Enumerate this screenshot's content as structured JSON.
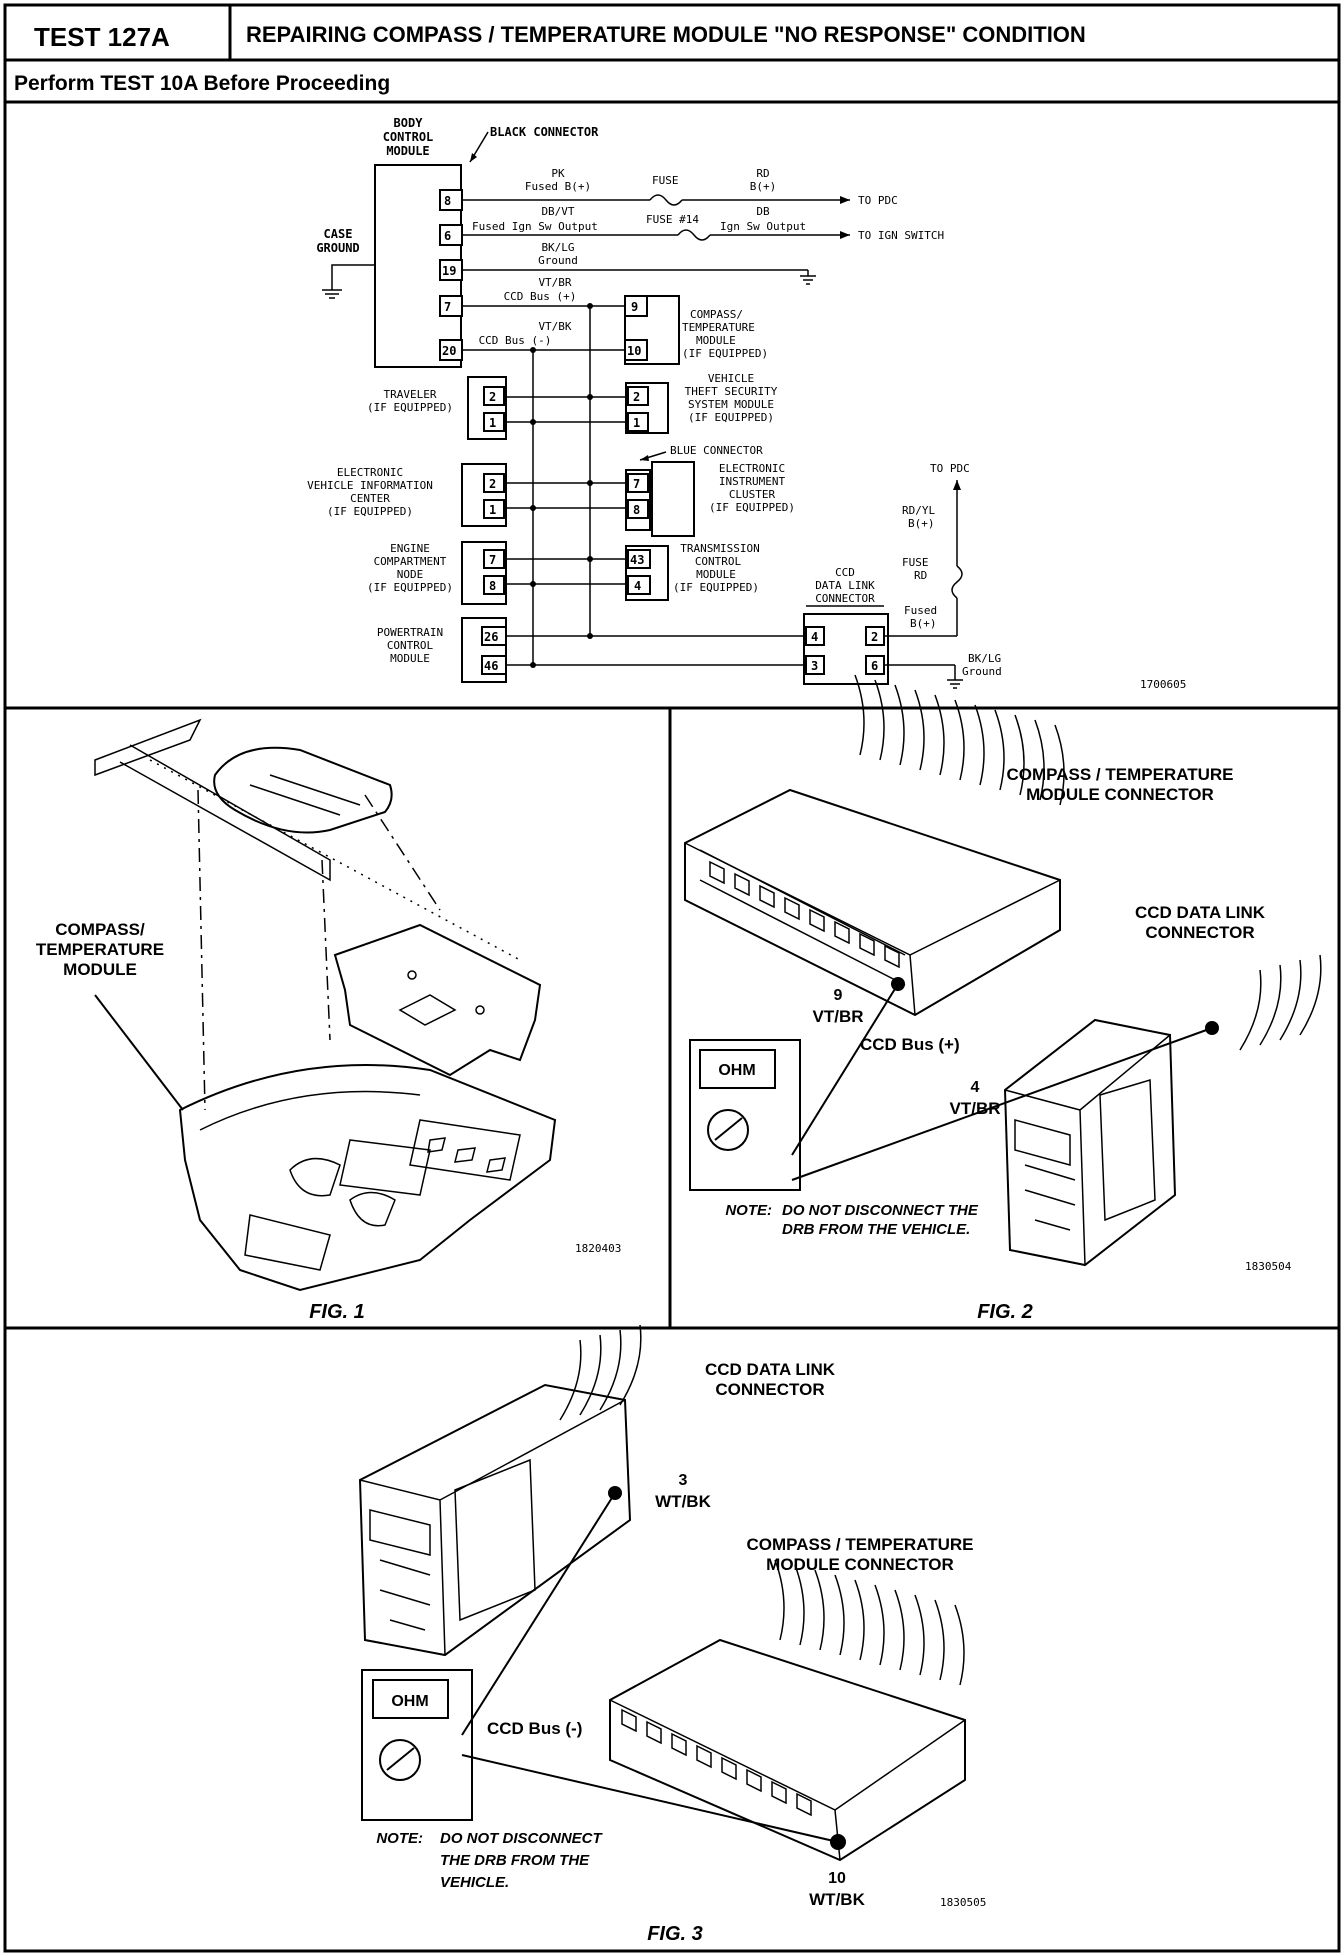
{
  "header": {
    "test_id": "TEST 127A",
    "title": "REPAIRING COMPASS / TEMPERATURE MODULE \"NO RESPONSE\" CONDITION",
    "prerequisite": "Perform TEST 10A Before Proceeding"
  },
  "schematic": {
    "bcm_label": [
      "BODY",
      "CONTROL",
      "MODULE"
    ],
    "black_connector": "BLACK CONNECTOR",
    "case_ground": [
      "CASE",
      "GROUND"
    ],
    "bcm_pins": [
      "8",
      "6",
      "19",
      "7",
      "20"
    ],
    "wires": {
      "pk": "PK",
      "fused_b": "Fused B(+)",
      "fuse": "FUSE",
      "rd": "RD",
      "rd_b": "B(+)",
      "to_pdc": "TO PDC",
      "db_vt": "DB/VT",
      "fused_ign": "Fused Ign Sw Output",
      "fuse14": "FUSE #14",
      "db": "DB",
      "ign_sw_out": "Ign Sw Output",
      "to_ign": "TO IGN SWITCH",
      "bk_lg": "BK/LG",
      "ground": "Ground",
      "vt_br": "VT/BR",
      "ccd_pos": "CCD Bus (+)",
      "vt_bk": "VT/BK",
      "ccd_neg": "CCD Bus (-)"
    },
    "compass_module": [
      "COMPASS/",
      "TEMPERATURE",
      "MODULE",
      "(IF EQUIPPED)"
    ],
    "compass_pins": [
      "9",
      "10"
    ],
    "traveler": [
      "TRAVELER",
      "(IF EQUIPPED)"
    ],
    "traveler_pins": [
      "2",
      "1"
    ],
    "vts_module": [
      "VEHICLE",
      "THEFT SECURITY",
      "SYSTEM MODULE",
      "(IF EQUIPPED)"
    ],
    "vts_pins": [
      "2",
      "1"
    ],
    "evic": [
      "ELECTRONIC",
      "VEHICLE INFORMATION",
      "CENTER",
      "(IF EQUIPPED)"
    ],
    "evic_pins": [
      "2",
      "1"
    ],
    "blue_connector": "BLUE CONNECTOR",
    "eic": [
      "ELECTRONIC",
      "INSTRUMENT",
      "CLUSTER",
      "(IF EQUIPPED)"
    ],
    "eic_pins": [
      "7",
      "8"
    ],
    "ecn": [
      "ENGINE",
      "COMPARTMENT",
      "NODE",
      "(IF EQUIPPED)"
    ],
    "ecn_pins": [
      "7",
      "8"
    ],
    "tcm": [
      "TRANSMISSION",
      "CONTROL",
      "MODULE",
      "(IF EQUIPPED)"
    ],
    "tcm_pins": [
      "43",
      "4"
    ],
    "pcm": [
      "POWERTRAIN",
      "CONTROL",
      "MODULE"
    ],
    "pcm_pins": [
      "26",
      "46"
    ],
    "dlc": [
      "CCD",
      "DATA LINK",
      "CONNECTOR"
    ],
    "dlc_pins": [
      "4",
      "3",
      "2",
      "6"
    ],
    "dlc_right": {
      "to_pdc": "TO PDC",
      "rd_yl": "RD/YL",
      "b_plus": "B(+)",
      "fuse": "FUSE",
      "rd": "RD",
      "fused": "Fused",
      "fused_b": "B(+)",
      "bk_lg": "BK/LG",
      "ground": "Ground"
    },
    "fig_num": "1700605"
  },
  "fig1": {
    "label": [
      "COMPASS/",
      "TEMPERATURE",
      "MODULE"
    ],
    "num": "1820403",
    "caption": "FIG. 1"
  },
  "fig2": {
    "module_conn": [
      "COMPASS / TEMPERATURE",
      "MODULE CONNECTOR"
    ],
    "dlc": [
      "CCD DATA LINK",
      "CONNECTOR"
    ],
    "pin9": [
      "9",
      "VT/BR"
    ],
    "ccd_bus": "CCD Bus (+)",
    "pin4": [
      "4",
      "VT/BR"
    ],
    "ohm": "OHM",
    "note_label": "NOTE:",
    "note": [
      "DO NOT DISCONNECT THE",
      "DRB FROM THE VEHICLE."
    ],
    "num": "1830504",
    "caption": "FIG. 2"
  },
  "fig3": {
    "dlc": [
      "CCD DATA LINK",
      "CONNECTOR"
    ],
    "pin3": [
      "3",
      "WT/BK"
    ],
    "module_conn": [
      "COMPASS / TEMPERATURE",
      "MODULE CONNECTOR"
    ],
    "ccd_bus": "CCD Bus (-)",
    "ohm": "OHM",
    "note_label": "NOTE:",
    "note": [
      "DO NOT DISCONNECT",
      "THE DRB FROM THE",
      "VEHICLE."
    ],
    "pin10": [
      "10",
      "WT/BK"
    ],
    "num": "1830505",
    "caption": "FIG. 3"
  }
}
